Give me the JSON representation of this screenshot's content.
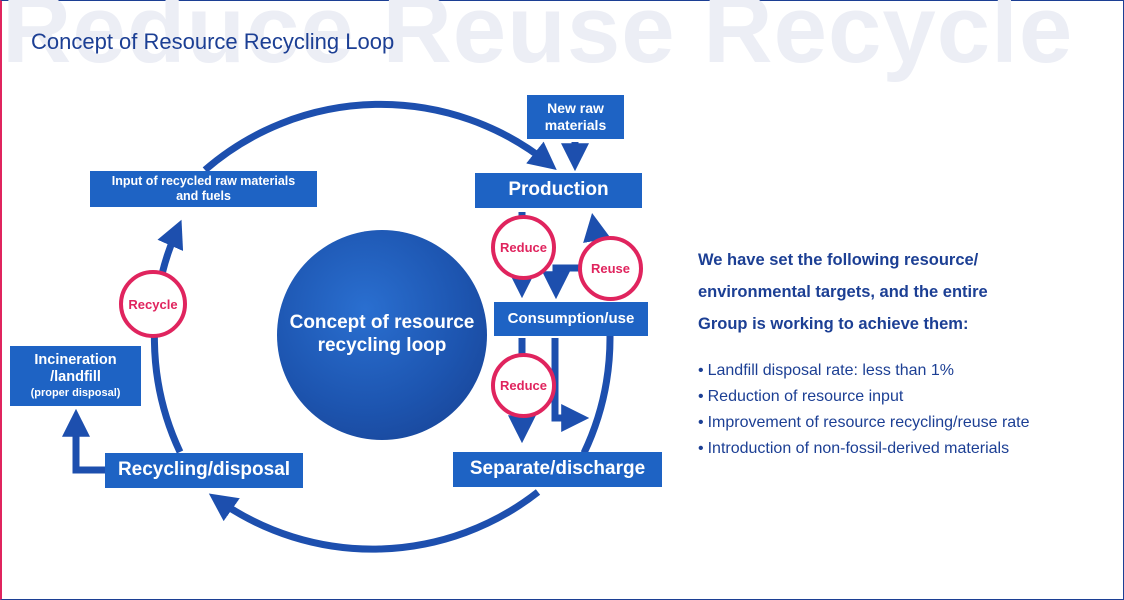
{
  "watermark": "Reduce Reuse Recycle",
  "title": "Concept of Resource Recycling Loop",
  "diagram": {
    "center": "Concept of resource\nrecycling loop",
    "nodes": {
      "new_raw": "New raw\nmaterials",
      "production": "Production",
      "consumption": "Consumption/use",
      "separate": "Separate/discharge",
      "recycling": "Recycling/disposal",
      "incineration_title": "Incineration\n/landfill",
      "incineration_note": "(proper disposal)",
      "input_recycled": "Input of recycled raw materials\nand fuels"
    },
    "tags": {
      "reduce_top": "Reduce",
      "reuse": "Reuse",
      "reduce_bottom": "Reduce",
      "recycle": "Recycle"
    }
  },
  "targets": {
    "intro": "We have set the following resource/\nenvironmental targets, and the entire\nGroup is working to achieve them:",
    "items": [
      "Landfill disposal rate: less than 1%",
      "Reduction of resource input",
      "Improvement of resource recycling/reuse rate",
      "Introduction of non-fossil-derived materials"
    ]
  },
  "colors": {
    "navy": "#1c3f94",
    "box_blue": "#1e63c4",
    "arrow_blue": "#1d4fae",
    "accent_red": "#e0245e"
  },
  "icons": [
    "arrow-down-icon",
    "arrow-up-icon",
    "arrow-right-icon",
    "loop-arrow-icon"
  ]
}
